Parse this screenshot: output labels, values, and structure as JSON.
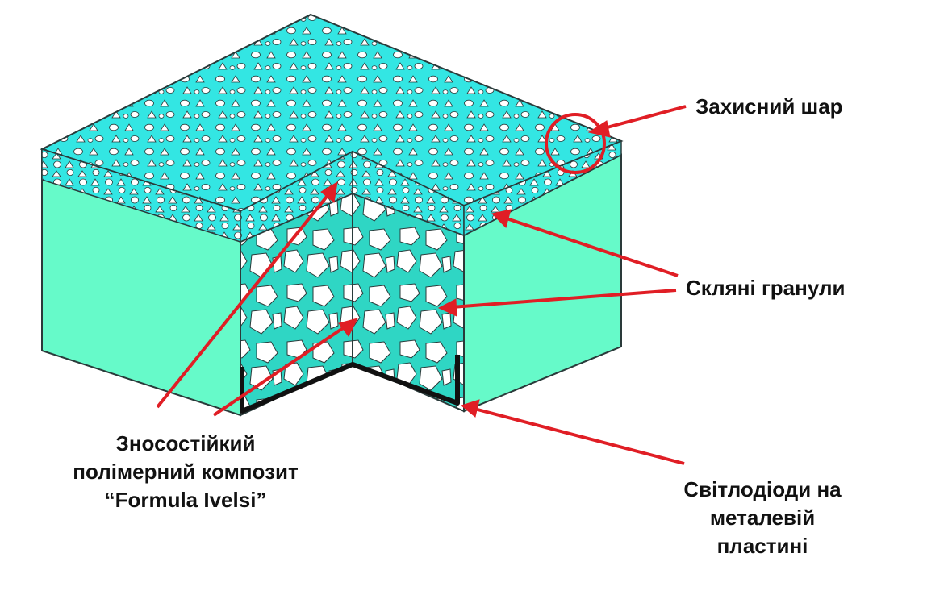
{
  "diagram": {
    "labels": {
      "protective_layer": "Захисний шар",
      "glass_granules": "Скляні гранули",
      "composite": [
        "Зносостійкий",
        "полімерний композит",
        "“Formula Ivelsi”"
      ],
      "leds": [
        "Світлодіоди на",
        "металевій",
        "пластині"
      ]
    },
    "colors": {
      "top_surface": "#33e6e3",
      "side_face": "#66fac9",
      "cut_face": "#2fd6c4",
      "granule": "#ffffff",
      "outline": "#2a3a3a",
      "arrow": "#e01e25",
      "led_strip": "#111111"
    }
  }
}
